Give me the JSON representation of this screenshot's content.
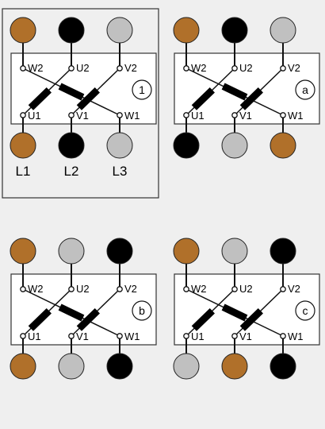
{
  "colors": {
    "background": "#efefef",
    "brown": "#b0702a",
    "black": "#000000",
    "grey": "#c0c0c0",
    "box_fill": "#ffffff",
    "outline": "#333333"
  },
  "supply_labels": [
    "L1",
    "L2",
    "L3"
  ],
  "panels": [
    {
      "id": "1",
      "badge": "1",
      "framed": true,
      "top_labels": [
        "W2",
        "U2",
        "V2"
      ],
      "bottom_labels": [
        "U1",
        "V1",
        "W1"
      ],
      "top_colors": [
        "brown",
        "black",
        "grey"
      ],
      "bottom_colors": [
        "brown",
        "black",
        "grey"
      ],
      "show_supply_labels": true
    },
    {
      "id": "a",
      "badge": "a",
      "framed": false,
      "top_labels": [
        "W2",
        "U2",
        "V2"
      ],
      "bottom_labels": [
        "U1",
        "V1",
        "W1"
      ],
      "top_colors": [
        "brown",
        "black",
        "grey"
      ],
      "bottom_colors": [
        "black",
        "grey",
        "brown"
      ],
      "show_supply_labels": false
    },
    {
      "id": "b",
      "badge": "b",
      "framed": false,
      "top_labels": [
        "W2",
        "U2",
        "V2"
      ],
      "bottom_labels": [
        "U1",
        "V1",
        "W1"
      ],
      "top_colors": [
        "brown",
        "grey",
        "black"
      ],
      "bottom_colors": [
        "brown",
        "grey",
        "black"
      ],
      "show_supply_labels": false
    },
    {
      "id": "c",
      "badge": "c",
      "framed": false,
      "top_labels": [
        "W2",
        "U2",
        "V2"
      ],
      "bottom_labels": [
        "U1",
        "V1",
        "W1"
      ],
      "top_colors": [
        "brown",
        "grey",
        "black"
      ],
      "bottom_colors": [
        "grey",
        "brown",
        "black"
      ],
      "show_supply_labels": false
    }
  ]
}
